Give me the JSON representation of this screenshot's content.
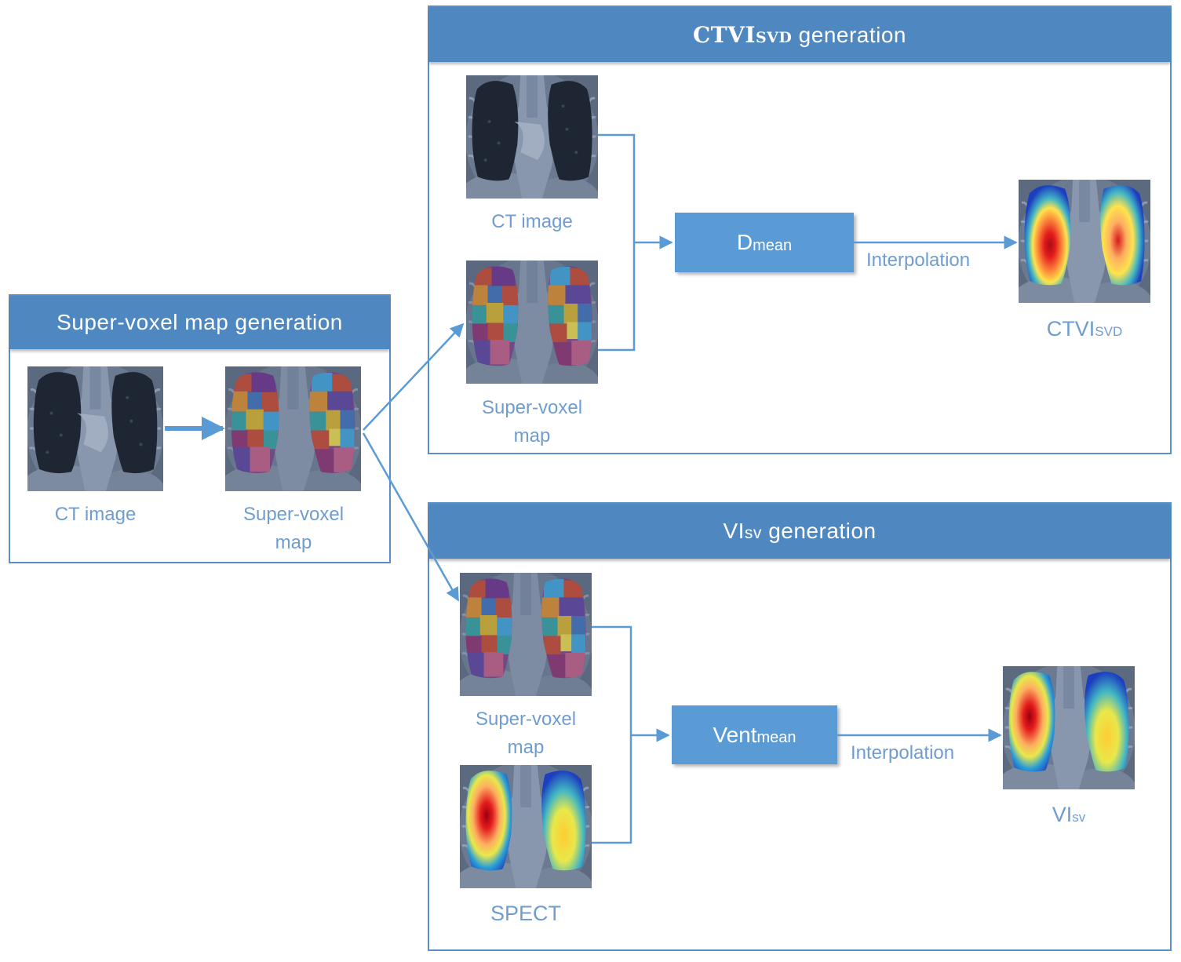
{
  "panels": {
    "supervoxel": {
      "title": "Super-voxel map generation",
      "ct_caption": "CT image",
      "map_caption_line1": "Super-voxel",
      "map_caption_line2": "map"
    },
    "ctvi": {
      "title_main": "CTVI",
      "title_sub": "SVD",
      "title_rest": " generation",
      "ct_caption": "CT image",
      "map_caption_line1": "Super-voxel",
      "map_caption_line2": "map",
      "process_main": "D",
      "process_sub": "mean",
      "edge_label": "Interpolation",
      "output_main": "CTVI",
      "output_sub": "SVD"
    },
    "visv": {
      "title_main": "VI",
      "title_sub": "sv",
      "title_rest": " generation",
      "map_caption_line1": "Super-voxel",
      "map_caption_line2": "map",
      "spect_caption": "SPECT",
      "process_main": "Vent",
      "process_sub": "mean",
      "edge_label": "Interpolation",
      "output_main": "VI",
      "output_sub": "sv"
    }
  },
  "colors": {
    "panel_header": "#4f87c0",
    "panel_border": "#5b8fc7",
    "process_box": "#5b9bd5",
    "caption_text": "#6f9dd0",
    "arrow": "#5b9bd5"
  },
  "icons": [
    "ct-scan-image",
    "supervoxel-map-image",
    "ventilation-heatmap-image",
    "spect-image"
  ]
}
